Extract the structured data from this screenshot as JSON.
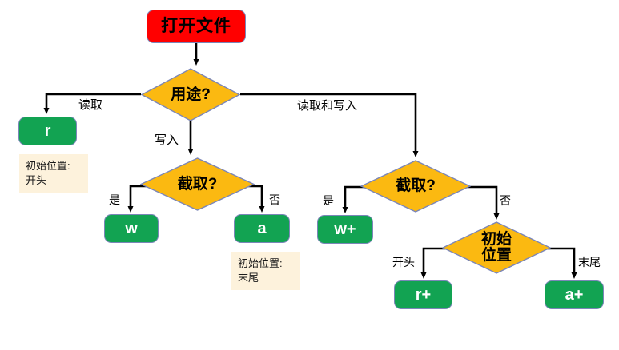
{
  "diagram": {
    "title": "打开文件",
    "type": "flowchart",
    "nodes": {
      "start": {
        "label": "打开文件",
        "shape": "rounded-rect",
        "color": "#ff0000"
      },
      "purpose": {
        "label": "用途?",
        "shape": "diamond",
        "color": "#fbb911"
      },
      "r": {
        "label": "r",
        "shape": "rounded-rect",
        "color": "#12a352"
      },
      "truncate_write": {
        "label": "截取?",
        "shape": "diamond",
        "color": "#fbb911"
      },
      "w": {
        "label": "w",
        "shape": "rounded-rect",
        "color": "#12a352"
      },
      "a": {
        "label": "a",
        "shape": "rounded-rect",
        "color": "#12a352"
      },
      "truncate_rw": {
        "label": "截取?",
        "shape": "diamond",
        "color": "#fbb911"
      },
      "wplus": {
        "label": "w+",
        "shape": "rounded-rect",
        "color": "#12a352"
      },
      "initial_pos": {
        "label": "初始\n位置",
        "shape": "diamond",
        "color": "#fbb911"
      },
      "rplus": {
        "label": "r+",
        "shape": "rounded-rect",
        "color": "#12a352"
      },
      "aplus": {
        "label": "a+",
        "shape": "rounded-rect",
        "color": "#12a352"
      }
    },
    "edge_labels": {
      "read": "读取",
      "write": "写入",
      "read_and_write": "读取和写入",
      "yes_write": "是",
      "no_write": "否",
      "yes_rw": "是",
      "no_rw": "否",
      "begin": "开头",
      "end": "末尾"
    },
    "notes": {
      "r_note": "初始位置:\n开头",
      "a_note": "初始位置:\n末尾"
    },
    "colors": {
      "start_fill": "#ff0000",
      "decision_fill": "#fbb911",
      "result_fill": "#12a352",
      "note_fill": "#fdf2dc",
      "border": "#7b86b8",
      "edge": "#000000"
    }
  }
}
